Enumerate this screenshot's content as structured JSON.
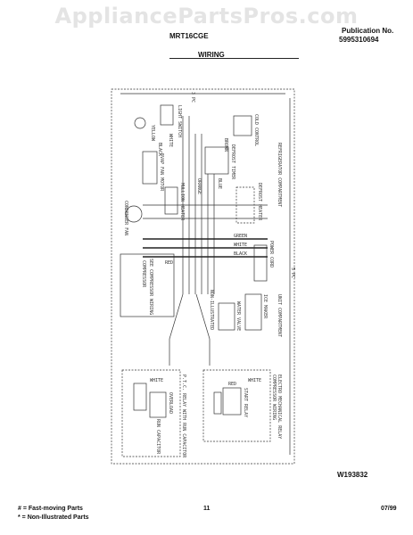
{
  "watermark": "AppliancePartsPros.com",
  "header": {
    "model": "MRT16CGE",
    "publication_label": "Publication No.",
    "publication_number": "5995310694",
    "section": "WIRING"
  },
  "diagram": {
    "code": "W193832",
    "labels": {
      "refrigerator_compartment": "REFRIGERATOR COMPARTMENT",
      "unit_compartment": "UNIT COMPARTMENT",
      "dimension_top": "3 PC",
      "dimension_right": "5 PC",
      "light_switch": "LIGHT SWITCH",
      "white": "WHITE",
      "black": "BLACK",
      "yellow": "YELLOW",
      "brown": "BROWN",
      "green": "GREEN",
      "red": "RED",
      "blue": "BLUE",
      "orange": "ORANGE",
      "cold_control": "COLD CONTROL",
      "defrost_timer": "DEFROST TIMER",
      "evap_fan_motor": "EVAP FAN MOTOR",
      "condenser_fan": "CONDENSER FAN",
      "defrost_heater": "DEFROST HEATER",
      "compressor": "COMPRESSOR",
      "see_compressor_wiring": "SEE COMPRESSOR WIRING",
      "mullion_heater": "MULLION HEATER",
      "water_valve": "WATER VALVE",
      "non_illustrated": "NON-ILLUSTRATED",
      "ice_maker": "ICE MAKER",
      "power_cord": "POWER CORD",
      "ptc_relay_with_run_capacitor": "P.T.C. RELAY WITH RUN CAPACITOR",
      "run_capacitor": "RUN CAPACITOR",
      "overload": "OVERLOAD",
      "compressor_wiring": "COMPRESSOR WIRING",
      "electro_mechanical_relay": "ELECTRO MECHANICAL RELAY",
      "start_relay": "START RELAY"
    }
  },
  "footer": {
    "legend_fast": "# = Fast-moving Parts",
    "legend_non": "* = Non-Illustrated Parts",
    "page_number": "11",
    "date": "07/99"
  }
}
